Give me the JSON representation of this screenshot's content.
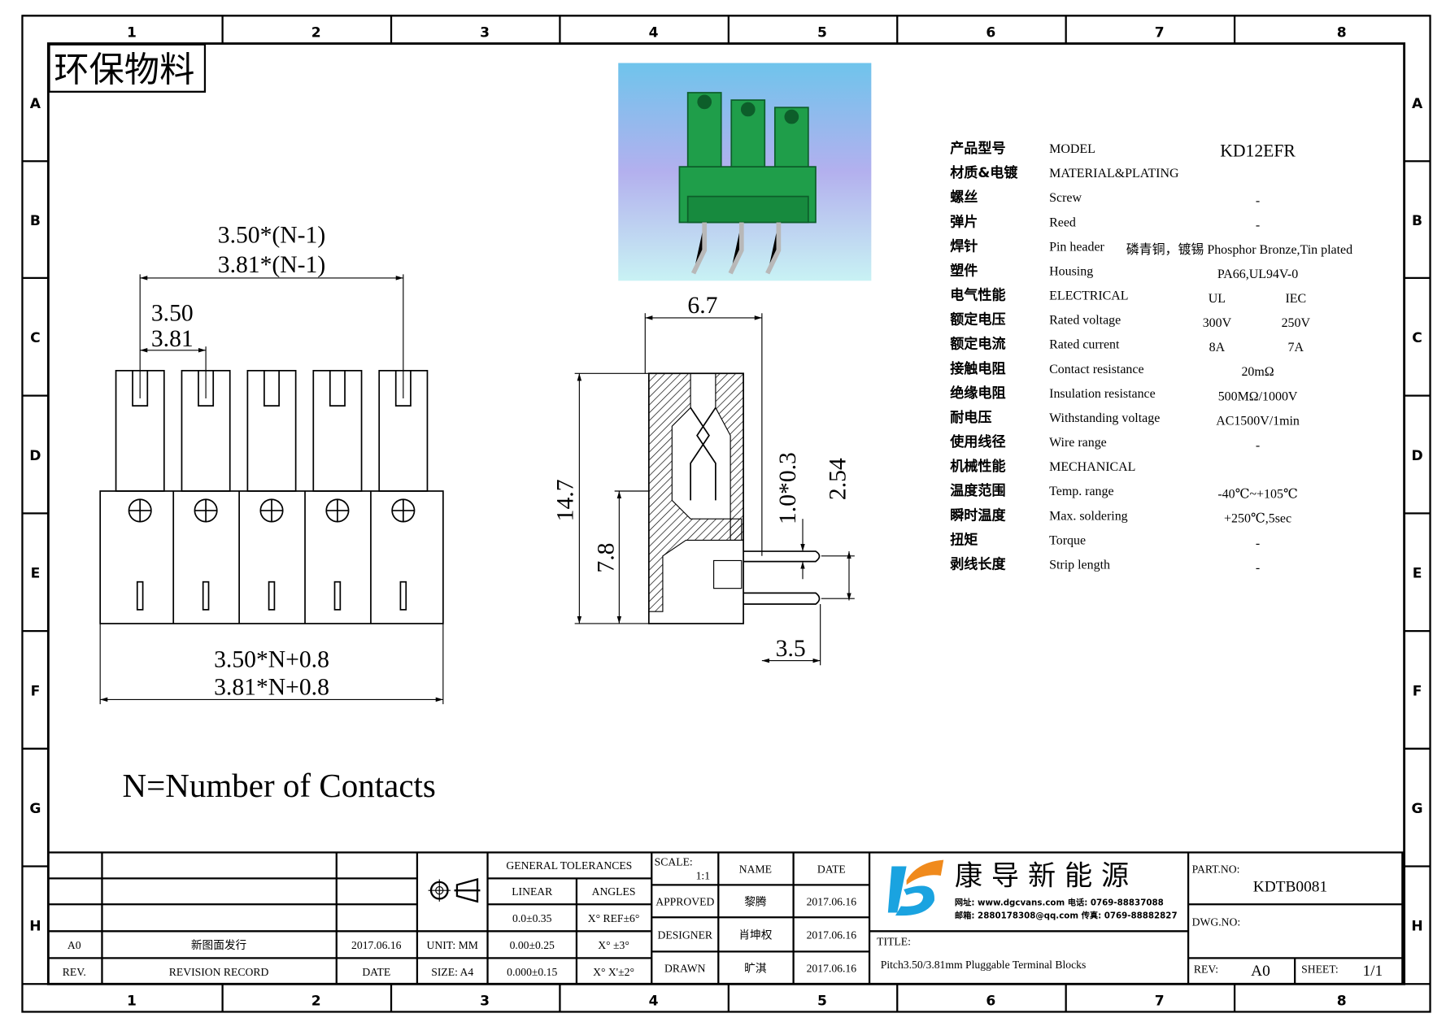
{
  "frame": {
    "columns": [
      "1",
      "2",
      "3",
      "4",
      "5",
      "6",
      "7",
      "8"
    ],
    "rows": [
      "A",
      "B",
      "C",
      "D",
      "E",
      "F",
      "G",
      "H"
    ]
  },
  "eco_label": "环保物料",
  "front_view": {
    "pitch_span_1": "3.50*(N-1)",
    "pitch_span_2": "3.81*(N-1)",
    "pitch_1": "3.50",
    "pitch_2": "3.81",
    "width_1": "3.50*N+0.8",
    "width_2": "3.81*N+0.8",
    "note": "N=Number of Contacts"
  },
  "side_view": {
    "width": "6.7",
    "height": "14.7",
    "pin_height": "7.8",
    "pin_size": "1.0*0.3",
    "pin_pitch": "2.54",
    "pin_offset": "3.5"
  },
  "specs": {
    "model_value": "KD12EFR",
    "rows": [
      {
        "cn": "产品型号",
        "en": "MODEL",
        "value": ""
      },
      {
        "cn": "材质&电镀",
        "en": "MATERIAL&PLATING",
        "value": ""
      },
      {
        "cn": "螺丝",
        "en": "Screw",
        "value": "-"
      },
      {
        "cn": "弹片",
        "en": "Reed",
        "value": "-"
      },
      {
        "cn": "焊针",
        "en": "Pin header",
        "value": "磷青铜，镀锡 Phosphor Bronze,Tin plated"
      },
      {
        "cn": "塑件",
        "en": "Housing",
        "value": "PA66,UL94V-0"
      },
      {
        "cn": "电气性能",
        "en": "ELECTRICAL",
        "ul": "UL",
        "iec": "IEC"
      },
      {
        "cn": "额定电压",
        "en": "Rated voltage",
        "ul": "300V",
        "iec": "250V"
      },
      {
        "cn": "额定电流",
        "en": "Rated current",
        "ul": "8A",
        "iec": "7A"
      },
      {
        "cn": "接触电阻",
        "en": "Contact resistance",
        "value": "20mΩ"
      },
      {
        "cn": "绝缘电阻",
        "en": "Insulation resistance",
        "value": "500MΩ/1000V"
      },
      {
        "cn": "耐电压",
        "en": "Withstanding voltage",
        "value": "AC1500V/1min"
      },
      {
        "cn": "使用线径",
        "en": "Wire range",
        "value": "-"
      },
      {
        "cn": "机械性能",
        "en": "MECHANICAL",
        "value": ""
      },
      {
        "cn": "温度范围",
        "en": "Temp. range",
        "value": "-40℃~+105℃"
      },
      {
        "cn": "瞬时温度",
        "en": "Max. soldering",
        "value": "+250℃,5sec"
      },
      {
        "cn": "扭矩",
        "en": "Torque",
        "value": "-"
      },
      {
        "cn": "剥线长度",
        "en": "Strip length",
        "value": "-"
      }
    ]
  },
  "title_block": {
    "revision": {
      "rev": "A0",
      "record": "新图面发行",
      "date": "2017.06.16",
      "h_rev": "REV.",
      "h_record": "REVISION RECORD",
      "h_date": "DATE"
    },
    "unit": "UNIT: MM",
    "size": "SIZE: A4",
    "tolerances": {
      "title": "GENERAL TOLERANCES",
      "linear": "LINEAR",
      "angles": "ANGLES",
      "l1": "0.0±0.35",
      "a1": "X° REF±6°",
      "l2": "0.00±0.25",
      "a2": "X° ±3°",
      "l3": "0.000±0.15",
      "a3": "X° X'±2°"
    },
    "scale_label": "SCALE:",
    "scale": "1:1",
    "h_name": "NAME",
    "h_date": "DATE",
    "approved": {
      "role": "APPROVED",
      "name": "黎腾",
      "date": "2017.06.16"
    },
    "designer": {
      "role": "DESIGNER",
      "name": "肖坤权",
      "date": "2017.06.16"
    },
    "drawn": {
      "role": "DRAWN",
      "name": "旷淇",
      "date": "2017.06.16"
    },
    "company": "康 导 新 能 源",
    "company_contact_1": "网址: www.dgcvans.com  电话: 0769-88837088",
    "company_contact_2": "邮箱: 2880178308@qq.com 传真: 0769-88882827",
    "title_label": "TITLE:",
    "title": "Pitch3.50/3.81mm Pluggable Terminal Blocks",
    "part_no_label": "PART.NO:",
    "part_no": "KDTB0081",
    "dwg_no_label": "DWG.NO:",
    "rev_label": "REV:",
    "rev": "A0",
    "sheet_label": "SHEET:",
    "sheet": "1/1"
  },
  "colors": {
    "housing_green": "#1f9e4a",
    "logo_blue": "#1aa3e0",
    "logo_orange": "#f08a1c"
  }
}
